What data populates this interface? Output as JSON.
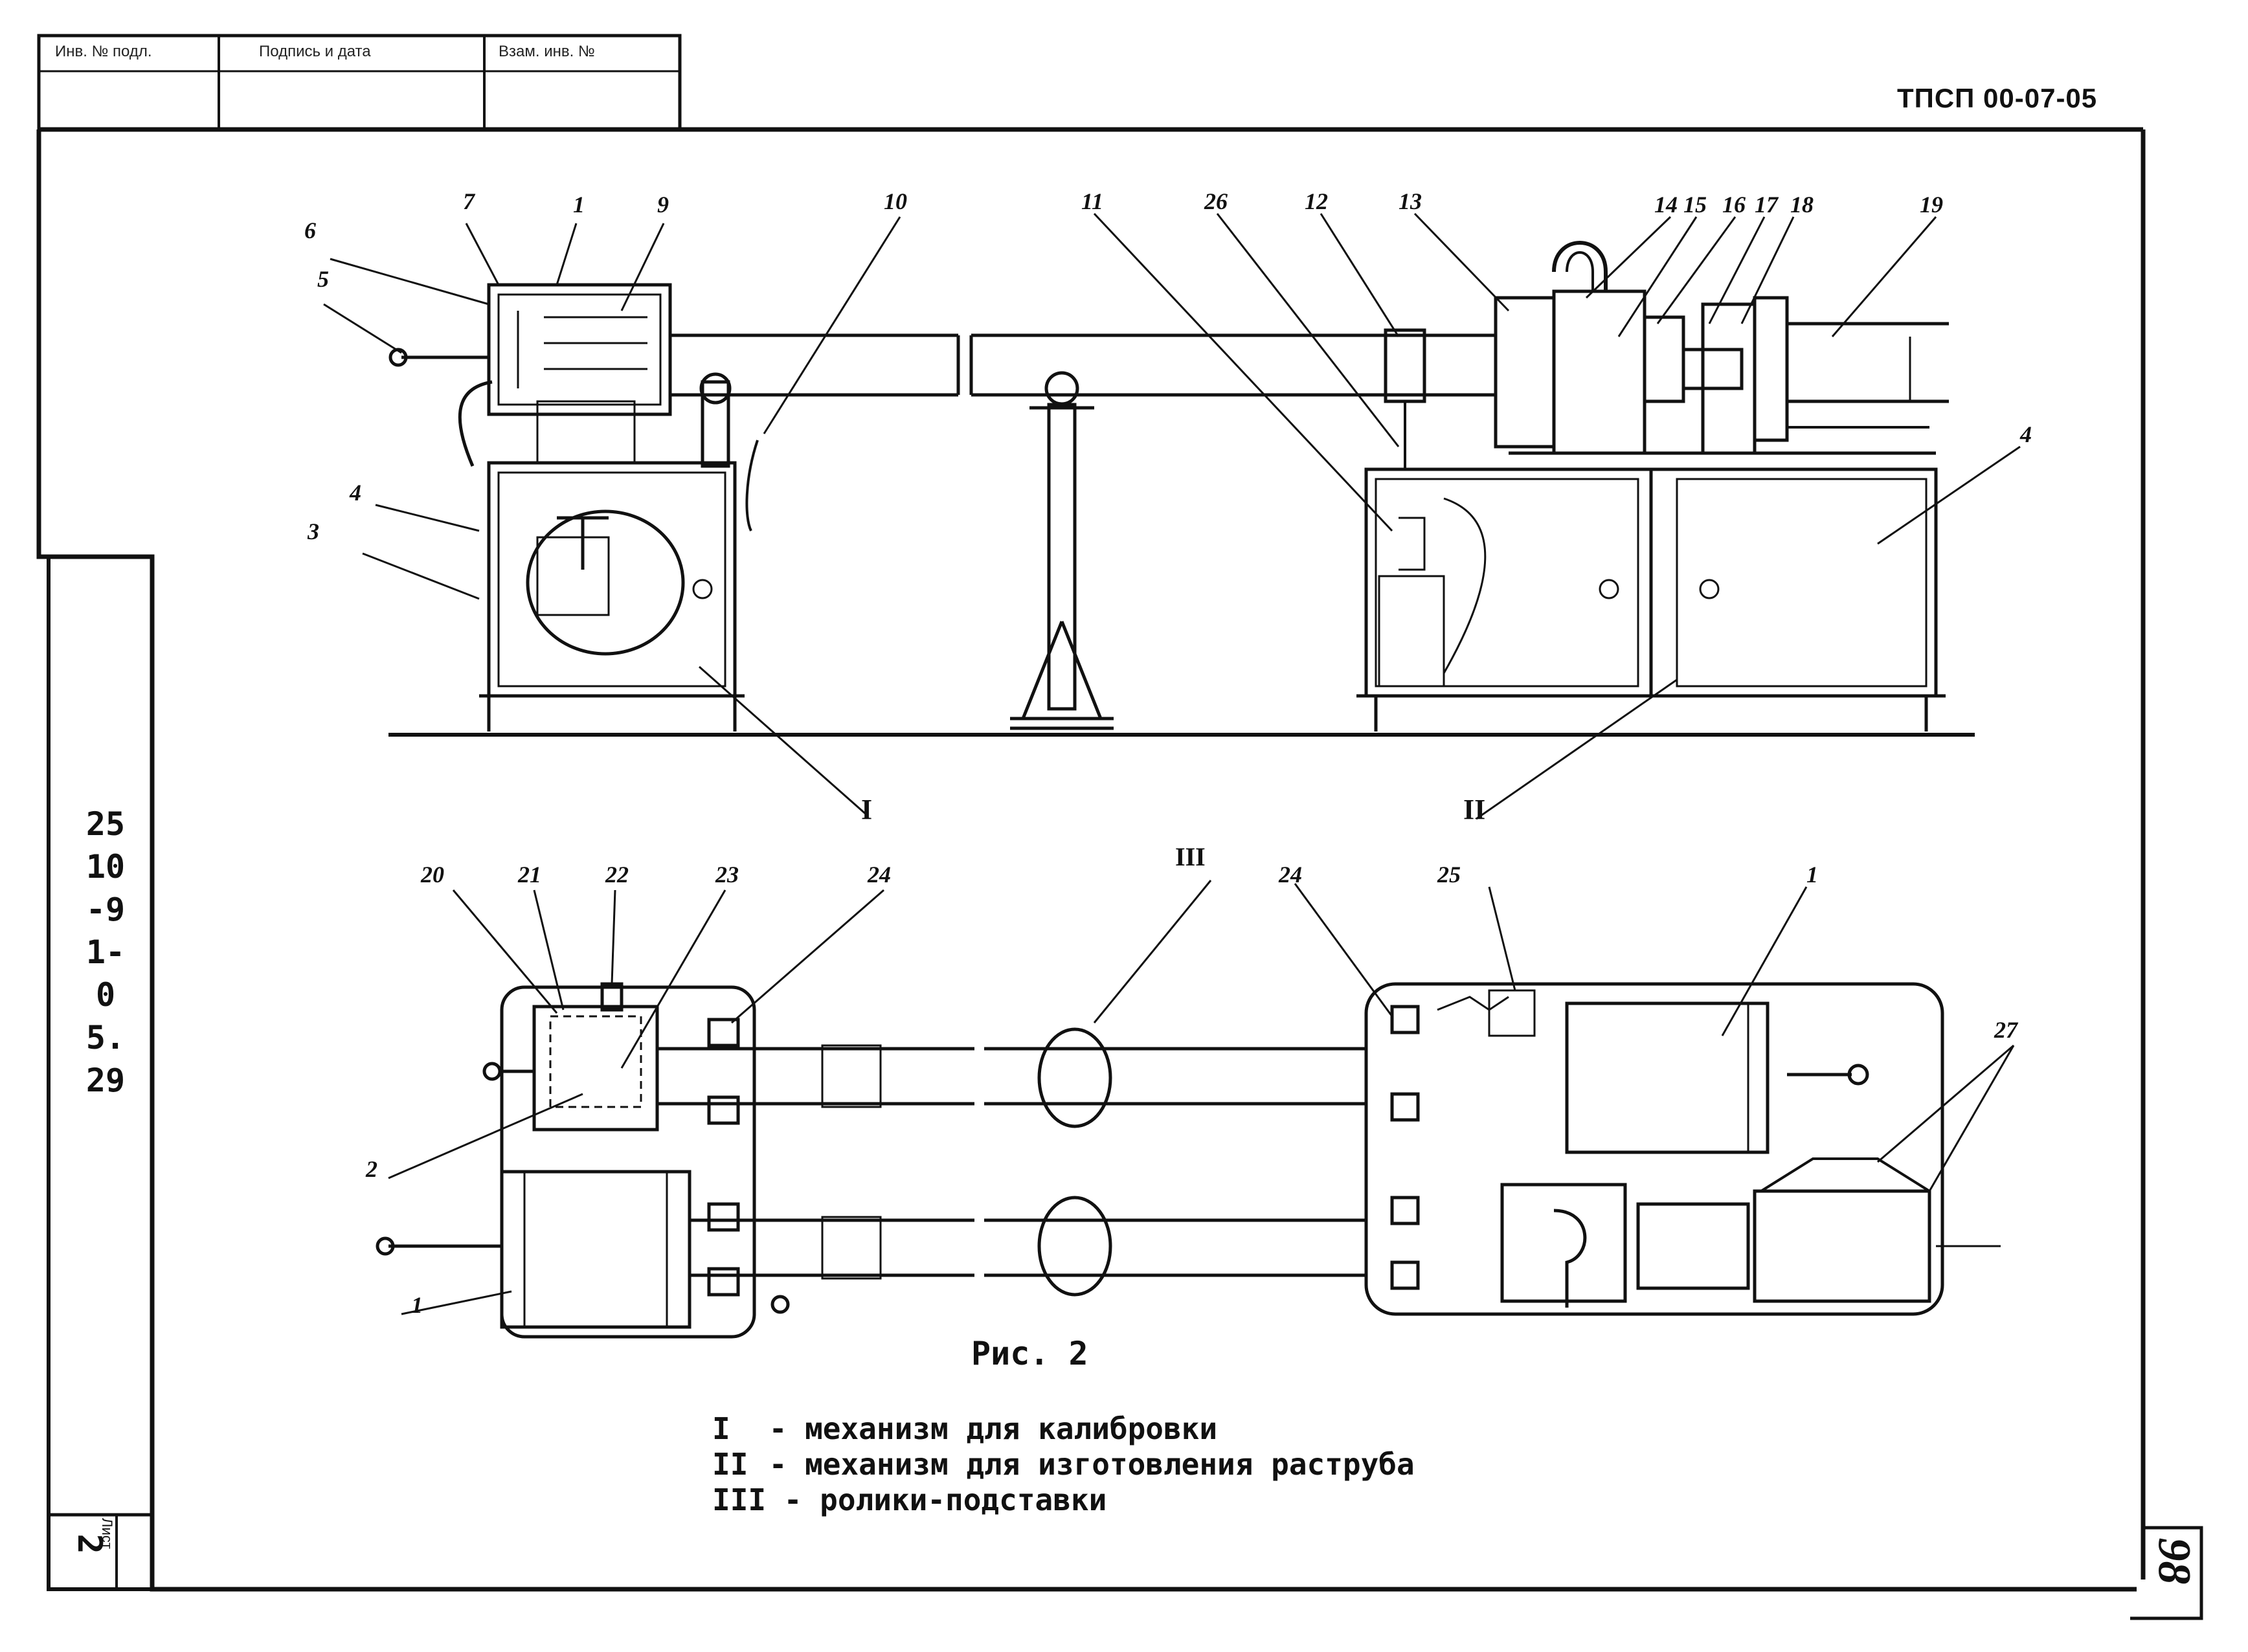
{
  "stamp": {
    "col1": "Инв. № подл.",
    "col2": "Подпись и дата",
    "col3": "Взам. инв. №"
  },
  "doc_code": "ТПСП 00-07-05",
  "side_code": "2510-91-05.29",
  "sheet": {
    "label": "Лист",
    "number": "2"
  },
  "page_number": "98",
  "figure": {
    "caption": "Рис. 2",
    "legend": [
      {
        "key": "I",
        "text": "- механизм для калибровки"
      },
      {
        "key": "II",
        "text": "- механизм для изготовления раструба"
      },
      {
        "key": "III",
        "text": "- ролики-подставки"
      }
    ]
  },
  "callouts": {
    "c1_top": "1",
    "c2": "2",
    "c3": "3",
    "c4_left": "4",
    "c4_right": "4",
    "c5": "5",
    "c6": "6",
    "c7": "7",
    "c9": "9",
    "c10": "10",
    "c11": "11",
    "c26": "26",
    "c12": "12",
    "c13": "13",
    "c14": "14",
    "c15": "15",
    "c16": "16",
    "c17": "17",
    "c18": "18",
    "c19": "19",
    "c20": "20",
    "c21": "21",
    "c22": "22",
    "c23": "23",
    "c24_left": "24",
    "c24_right": "24",
    "c25": "25",
    "c27": "27",
    "c1_plan_right": "1",
    "c1_plan_left": "1",
    "rI": "I",
    "rII": "II",
    "rIII": "III"
  }
}
